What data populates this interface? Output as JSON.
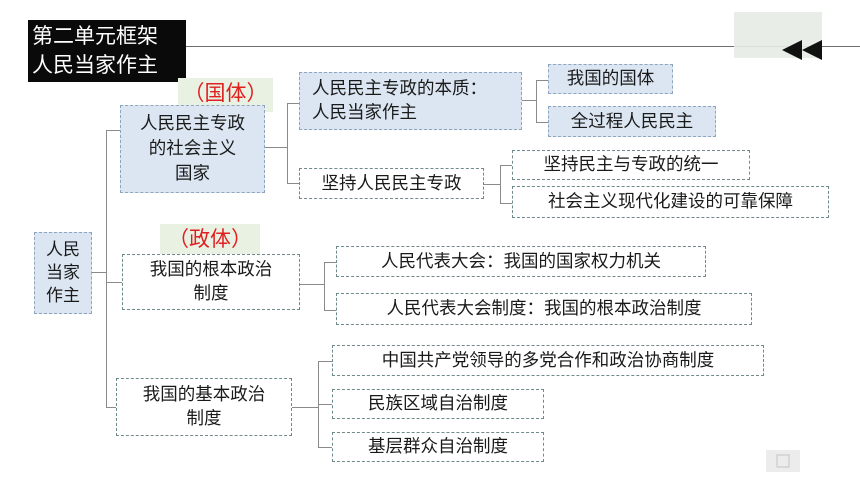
{
  "title": {
    "line1": "第二单元框架",
    "line2": "人民当家作主"
  },
  "root": "人民当家作主",
  "root_lines": [
    "人民",
    "当家",
    "作主"
  ],
  "tags": {
    "guoti": "（国体）",
    "zhengti": "（政体）"
  },
  "branch1": {
    "lines": [
      "人民民主专政",
      "的社会主义",
      "国家"
    ],
    "essence": {
      "lines": [
        "人民民主专政的本质：",
        "人民当家作主"
      ],
      "children": [
        "我国的国体",
        "全过程人民民主"
      ]
    },
    "adhere": {
      "label": "坚持人民民主专政",
      "children": [
        "坚持民主与专政的统一",
        "社会主义现代化建设的可靠保障"
      ]
    }
  },
  "branch2": {
    "lines": [
      "我国的根本政治",
      "制度"
    ],
    "children": [
      "人民代表大会：我国的国家权力机关",
      "人民代表大会制度：我国的根本政治制度"
    ]
  },
  "branch3": {
    "lines": [
      "我国的基本政治",
      "制度"
    ],
    "children": [
      "中国共产党领导的多党合作和政治协商制度",
      "民族区域自治制度",
      "基层群众自治制度"
    ]
  },
  "colors": {
    "blue_fill": "#dbe6f2",
    "tag_fill": "#e9f2e2",
    "tag_text": "#e02020",
    "title_bg": "#0a0a0a"
  },
  "icons": {
    "back": "double-left-triangle-icon"
  }
}
